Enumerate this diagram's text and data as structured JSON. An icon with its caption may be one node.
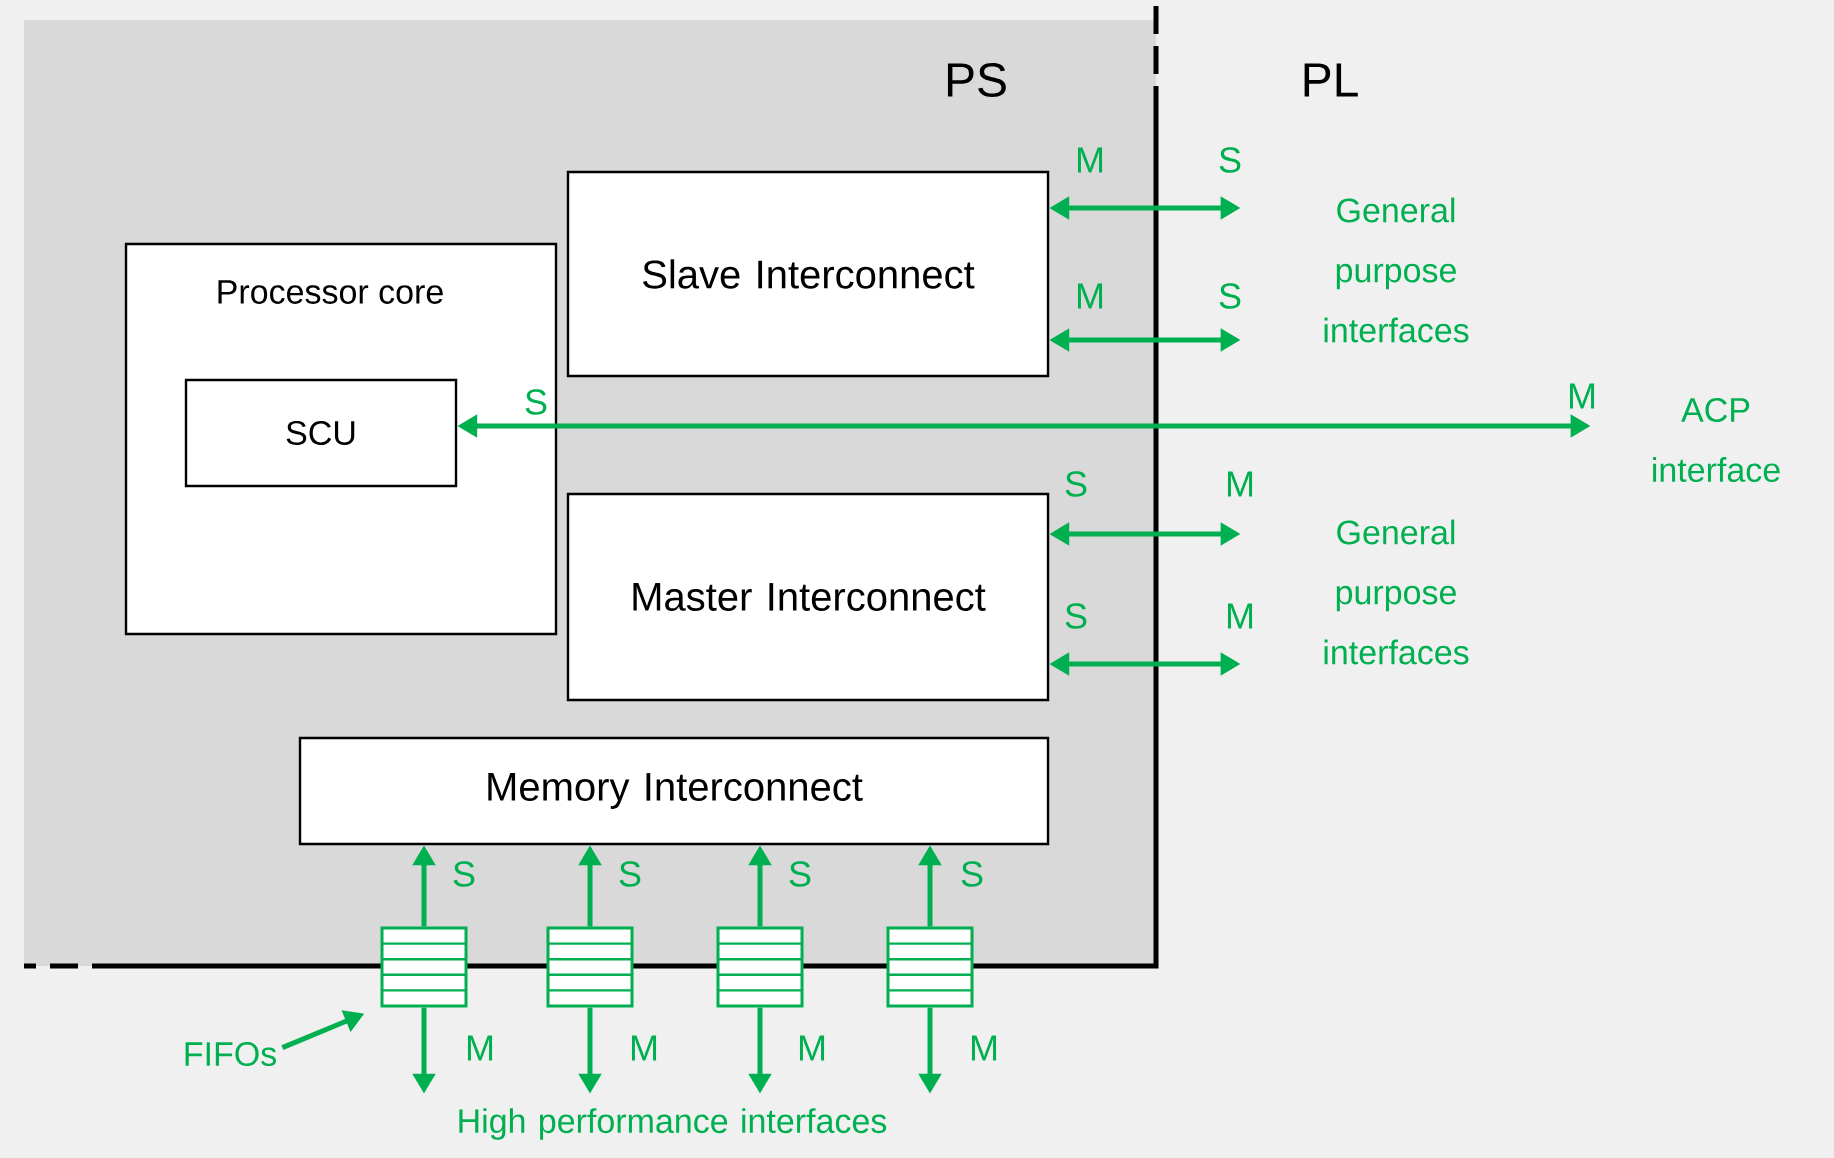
{
  "diagram": {
    "nodes": [
      {
        "text": [
          "PS"
        ]
      },
      {
        "text": [
          "Processor core"
        ],
        "in": 0
      },
      {
        "text": [
          "SCU"
        ],
        "in": 1
      },
      {
        "text": [
          "Slave Interconnect"
        ],
        "in": 0
      },
      {
        "text": [
          "Master Interconnect"
        ],
        "in": 0
      },
      {
        "text": [
          "Memory Interconnect"
        ],
        "in": 0
      },
      {
        "text": [
          "General purpose interfaces"
        ]
      },
      {
        "text": [
          "ACP interface"
        ]
      },
      {
        "text": [
          "General purpose interfaces"
        ]
      },
      {
        "text": [],
        "shape": "box"
      },
      {
        "text": [],
        "shape": "box"
      },
      {
        "text": [],
        "shape": "box"
      },
      {
        "text": [],
        "shape": "box"
      },
      {
        "text": [
          "High performance interfaces"
        ]
      },
      {
        "text": [
          "FIFOs"
        ]
      }
    ],
    "edges": [
      {
        "from": 3,
        "to": 6,
        "arrow": "both"
      },
      {
        "from": 3,
        "to": 6,
        "arrow": "both"
      },
      {
        "from": 2,
        "to": 7,
        "arrow": "both"
      },
      {
        "from": 4,
        "to": 8,
        "arrow": "both"
      },
      {
        "from": 4,
        "to": 8,
        "arrow": "both"
      },
      {
        "from": 9,
        "to": 5,
        "arrow": "to"
      },
      {
        "from": 10,
        "to": 5,
        "arrow": "to"
      },
      {
        "from": 11,
        "to": 5,
        "arrow": "to"
      },
      {
        "from": 12,
        "to": 5,
        "arrow": "to"
      },
      {
        "from": 9,
        "to": 13,
        "arrow": "to"
      },
      {
        "from": 10,
        "to": 13,
        "arrow": "to"
      },
      {
        "from": 11,
        "to": 13,
        "arrow": "to"
      },
      {
        "from": 12,
        "to": 13,
        "arrow": "to"
      },
      {
        "from": 14,
        "to": 9,
        "arrow": "to"
      }
    ],
    "labels": [
      "PL",
      "M",
      "S",
      "M",
      "S",
      "S",
      "M",
      "S",
      "M",
      "S",
      "M",
      "S",
      "S",
      "S",
      "S",
      "M",
      "M",
      "M",
      "M"
    ]
  }
}
